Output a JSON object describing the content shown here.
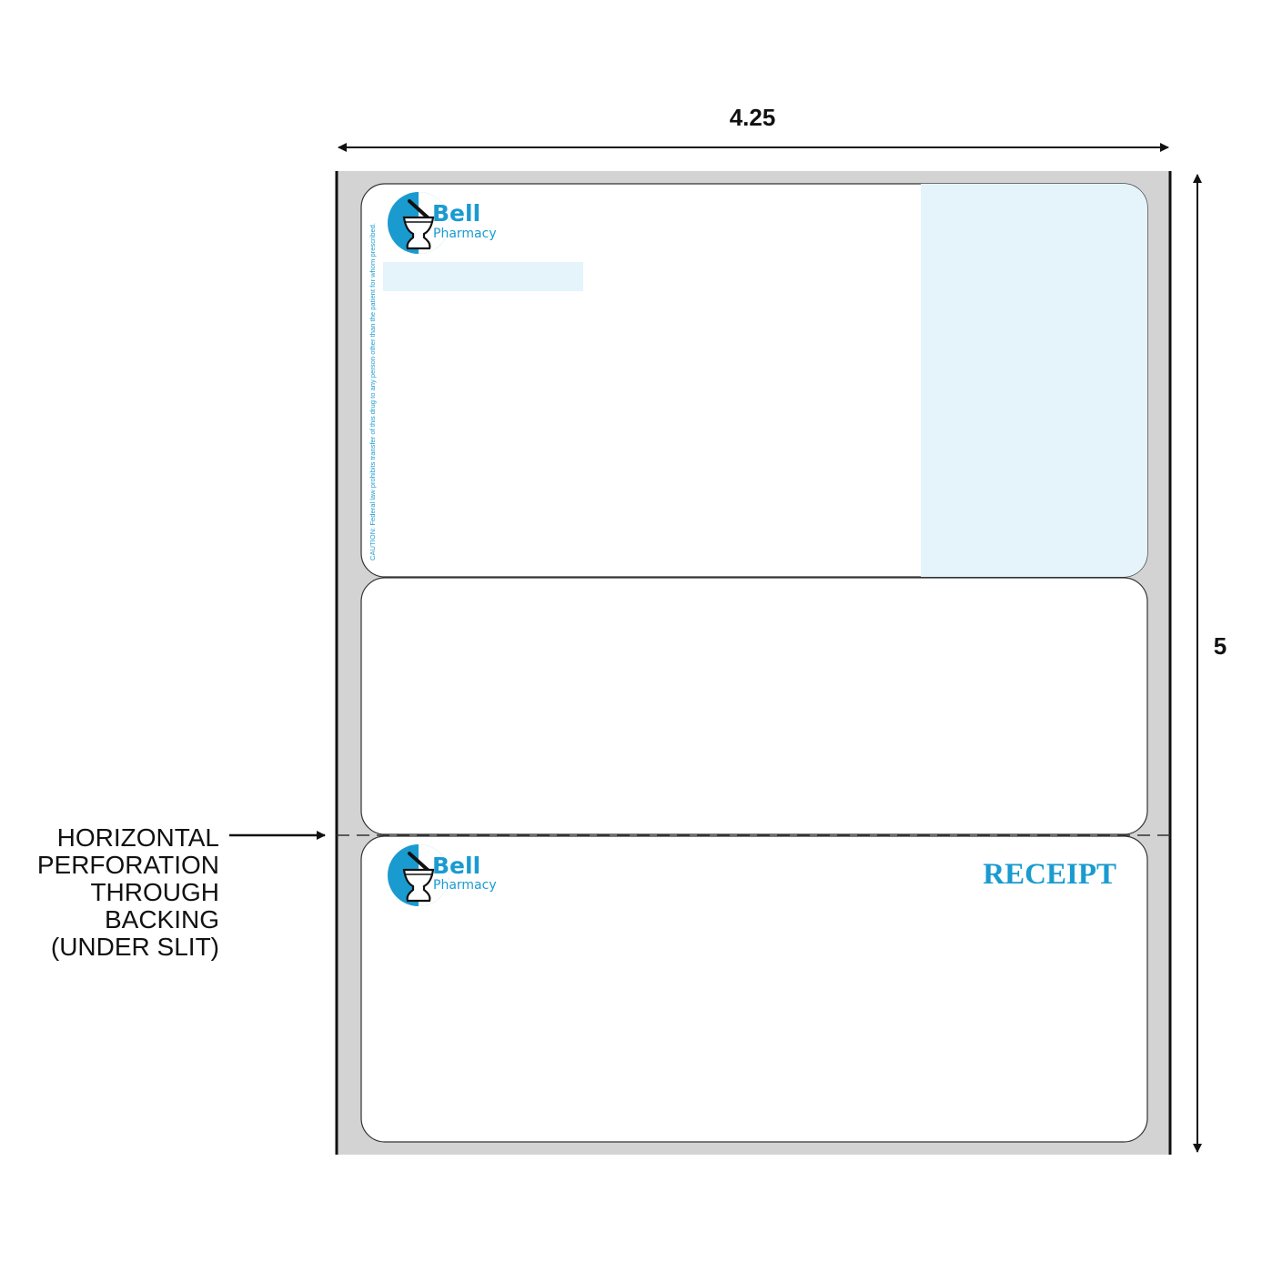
{
  "dimensions": {
    "width_label": "4.25",
    "height_label": "5"
  },
  "perforation_label": [
    "HORIZONTAL",
    "PERFORATION",
    "THROUGH",
    "BACKING",
    "(UNDER SLIT)"
  ],
  "label_top": {
    "brand_name": "Bell",
    "brand_sub": "Pharmacy",
    "caution_text": "CAUTION: Federal law prohibits transfer of this drug to any person other than the patient for whom prescribed."
  },
  "label_middle": {},
  "label_bottom": {
    "brand_name": "Bell",
    "brand_sub": "Pharmacy",
    "title": "RECEIPT"
  },
  "colors": {
    "brand_blue": "#1a9bd0",
    "light_blue_fill": "#e5f4fb",
    "backing_gray": "#d3d3d3",
    "outline": "#333333"
  },
  "icons": [
    "mortar-and-pestle-icon"
  ]
}
